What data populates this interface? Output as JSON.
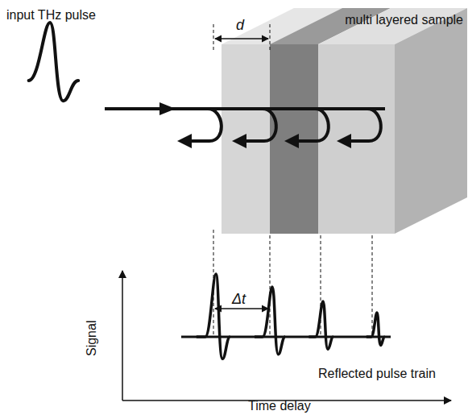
{
  "diagram": {
    "labels": [
      "input THz pulse",
      "d",
      "multi layered sample",
      "Δt",
      "Signal",
      "Reflected pulse train",
      "Time delay"
    ]
  }
}
